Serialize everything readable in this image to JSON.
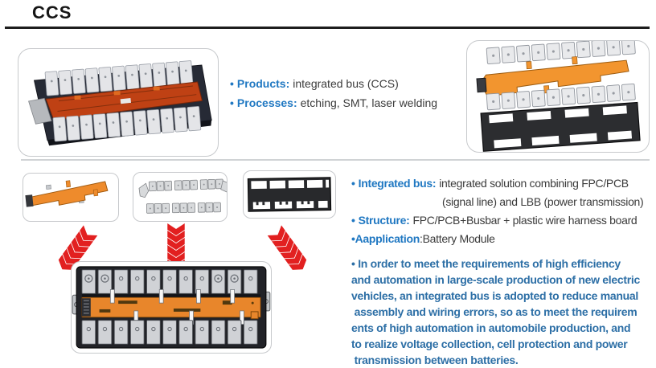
{
  "title": "CCS",
  "top_section": {
    "bullets": [
      {
        "bullet": "•",
        "label": "Products:",
        "text": "integrated bus (CCS)"
      },
      {
        "bullet": "•",
        "label": "Processes:",
        "text": "etching, SMT, laser welding"
      }
    ]
  },
  "bottom_section": {
    "bullets": [
      {
        "bullet": "•",
        "label": "Integrated bus:",
        "text": "integrated solution combining FPC/PCB",
        "text2": "(signal line) and LBB (power transmission)"
      },
      {
        "bullet": "•",
        "label": "Structure:",
        "text": "FPC/PCB+Busbar + plastic wire harness board"
      },
      {
        "bullet": "•",
        "label": "Aapplication",
        "text": ":Battery Module"
      }
    ],
    "paragraph_lines": [
      "• In order to meet the requirements of high efficiency",
      "and automation in large-scale production of new electric",
      "vehicles, an integrated bus is adopted to reduce manual",
      " assembly and wiring errors, so as to meet the requirem",
      "ents of high automation in automobile production, and",
      "to realize voltage collection, cell protection and power",
      " transmission between batteries."
    ]
  },
  "figures": {
    "module_photo": "battery-module-photo",
    "exploded_view": "ccs-exploded-view",
    "fpc_strip": "fpc-strip-image",
    "busbars": "busbar-set-image",
    "harness_board": "harness-board-image",
    "assembled_ccs": "assembled-ccs-image"
  },
  "colors": {
    "label_blue": "#2078c2",
    "paragraph_blue": "#2d6fa6",
    "arrow_red": "#e22020",
    "fpc_orange": "#ee8b2c",
    "pcb_red": "#bf4114"
  }
}
